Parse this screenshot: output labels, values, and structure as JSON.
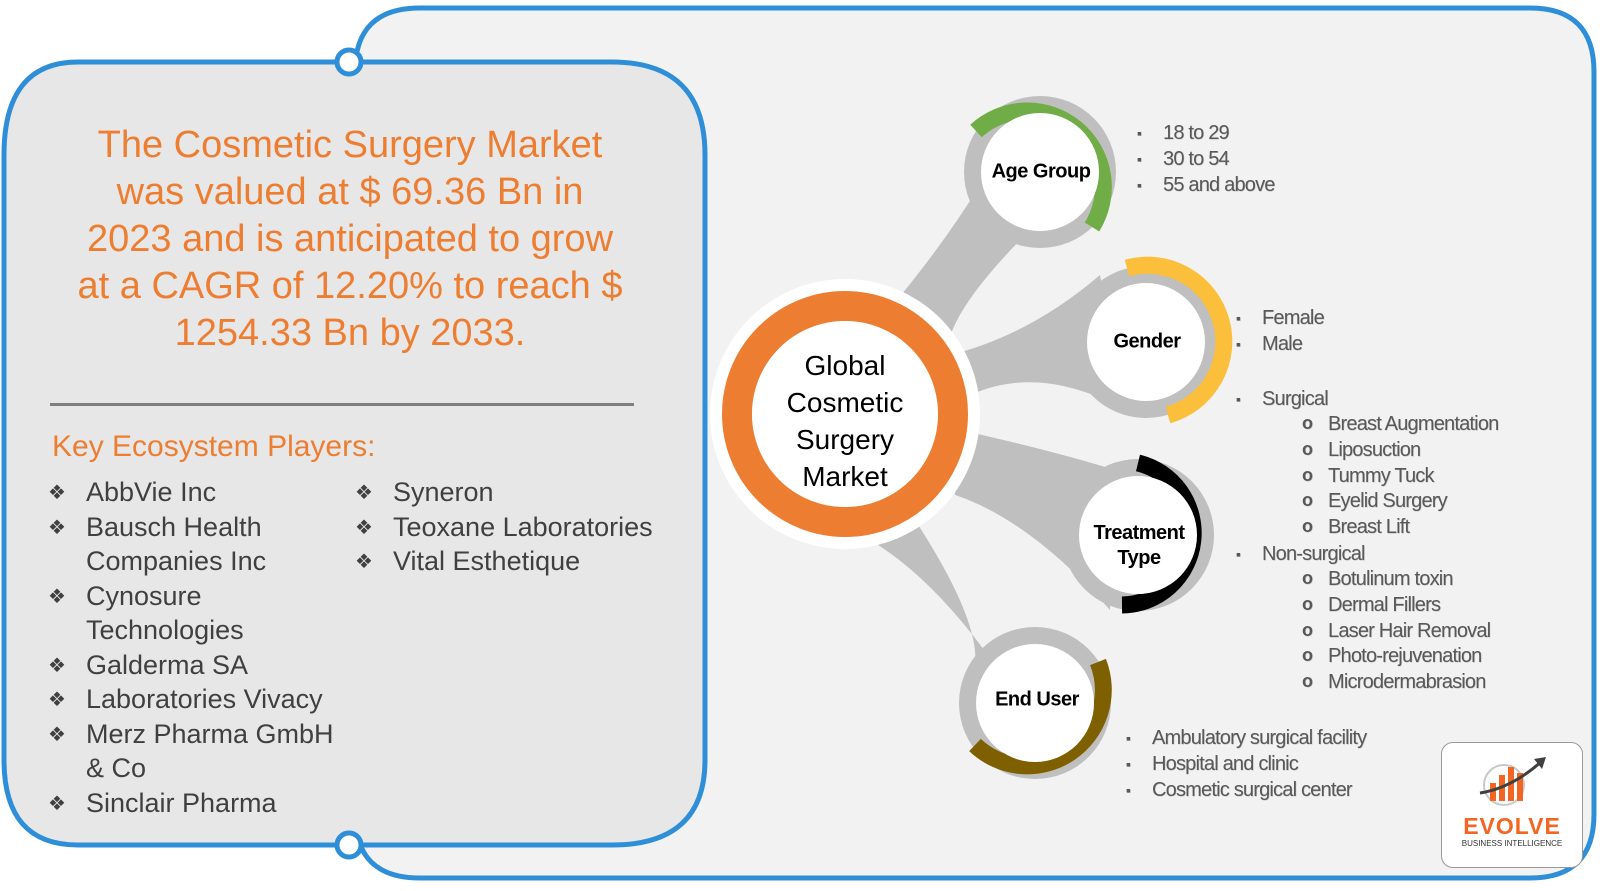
{
  "summary": "The Cosmetic Surgery Market\nwas valued at $ 69.36  Bn in\n2023 and is anticipated to grow\nat a CAGR of 12.20% to reach $\n1254.33 Bn by 2033.",
  "key_players": {
    "title": "Key Ecosystem Players:",
    "left": [
      "AbbVie Inc",
      "Bausch Health Companies Inc",
      "Cynosure Technologies",
      "Galderma SA",
      "Laboratories Vivacy",
      "Merz Pharma GmbH & Co",
      "Sinclair Pharma"
    ],
    "right": [
      "Syneron",
      "Teoxane Laboratories",
      "Vital Esthetique"
    ]
  },
  "hub": {
    "label": "Global\nCosmetic\nSurgery\nMarket",
    "color": "#ED7D31"
  },
  "segments": [
    {
      "label": "Age Group",
      "color": "#70AD47",
      "items": [
        "18 to 29",
        "30 to 54",
        "55 and above"
      ]
    },
    {
      "label": "Gender",
      "color": "#FBBF3B",
      "items": [
        "Female",
        "Male"
      ]
    },
    {
      "label": "Treatment\nType",
      "color": "#000000",
      "groups": [
        {
          "name": "Surgical",
          "items": [
            "Breast Augmentation",
            "Liposuction",
            "Tummy Tuck",
            "Eyelid Surgery",
            "Breast Lift"
          ]
        },
        {
          "name": "Non-surgical",
          "items": [
            "Botulinum toxin",
            "Dermal Fillers",
            "Laser Hair Removal",
            "Photo-rejuvenation",
            "Microdermabrasion"
          ]
        }
      ]
    },
    {
      "label": "End User",
      "color": "#7F6000",
      "items": [
        "Ambulatory surgical facility",
        "Hospital and clinic",
        "Cosmetic surgical center"
      ]
    }
  ],
  "logo": {
    "name": "EVOLVE",
    "tagline": "BUSINESS INTELLIGENCE"
  },
  "colors": {
    "frame": "#2E8FD8",
    "panel": "#E7E7E7",
    "petal": "#BFBFBF",
    "accent": "#ED7D31"
  }
}
